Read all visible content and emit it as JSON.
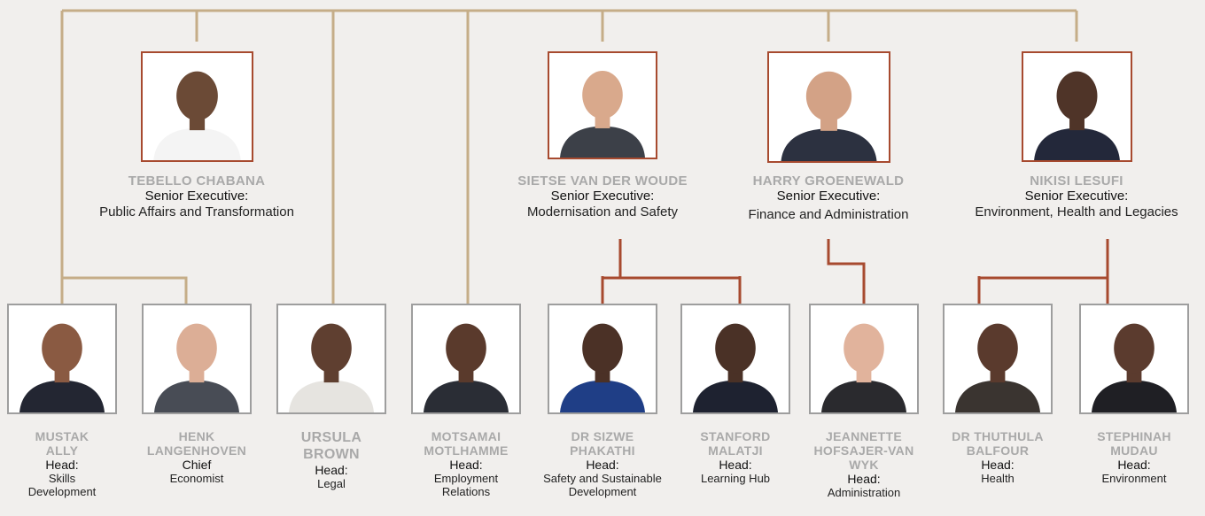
{
  "colors": {
    "connector_gold": "#c5ad88",
    "connector_red": "#a74a2f",
    "background": "#f1efed"
  },
  "senior": [
    {
      "id": "tebello",
      "name": "TEBELLO CHABANA",
      "role": "Senior Executive:",
      "dept": "Public Affairs and Transformation"
    },
    {
      "id": "sietse",
      "name": "SIETSE VAN DER WOUDE",
      "role": "Senior Executive:",
      "dept": "Modernisation and Safety"
    },
    {
      "id": "harry",
      "name": "HARRY GROENEWALD",
      "role": "Senior Executive:",
      "dept": "Finance and Administration"
    },
    {
      "id": "nikisi",
      "name": "NIKISI LESUFI",
      "role": "Senior Executive:",
      "dept": "Environment, Health and Legacies"
    }
  ],
  "heads": [
    {
      "id": "mustak",
      "name_lines": [
        "MUSTAK",
        "ALLY"
      ],
      "role": "Head:",
      "dept_lines": [
        "Skills",
        "Development"
      ]
    },
    {
      "id": "henk",
      "name_lines": [
        "HENK",
        "LANGENHOVEN"
      ],
      "role": "Chief",
      "dept_lines": [
        "Economist"
      ]
    },
    {
      "id": "ursula",
      "name_lines": [
        "URSULA",
        "BROWN"
      ],
      "role": "Head:",
      "dept_lines": [
        "Legal"
      ]
    },
    {
      "id": "motsamai",
      "name_lines": [
        "MOTSAMAI",
        "MOTLHAMME"
      ],
      "role": "Head:",
      "dept_lines": [
        "Employment",
        "Relations"
      ]
    },
    {
      "id": "sizwe",
      "name_lines": [
        "DR SIZWE",
        "PHAKATHI"
      ],
      "role": "Head:",
      "dept_lines": [
        "Safety and Sustainable",
        "Development"
      ]
    },
    {
      "id": "stanford",
      "name_lines": [
        "STANFORD",
        "MALATJI"
      ],
      "role": "Head:",
      "dept_lines": [
        "Learning Hub"
      ]
    },
    {
      "id": "jeannette",
      "name_lines": [
        "JEANNETTE",
        "HOFSAJER-VAN WYK"
      ],
      "role": "Head:",
      "dept_lines": [
        "Administration"
      ]
    },
    {
      "id": "thuthula",
      "name_lines": [
        "DR THUTHULA",
        "BALFOUR"
      ],
      "role": "Head:",
      "dept_lines": [
        "Health"
      ]
    },
    {
      "id": "stephinah",
      "name_lines": [
        "STEPHINAH",
        "MUDAU"
      ],
      "role": "Head:",
      "dept_lines": [
        "Environment"
      ]
    }
  ]
}
